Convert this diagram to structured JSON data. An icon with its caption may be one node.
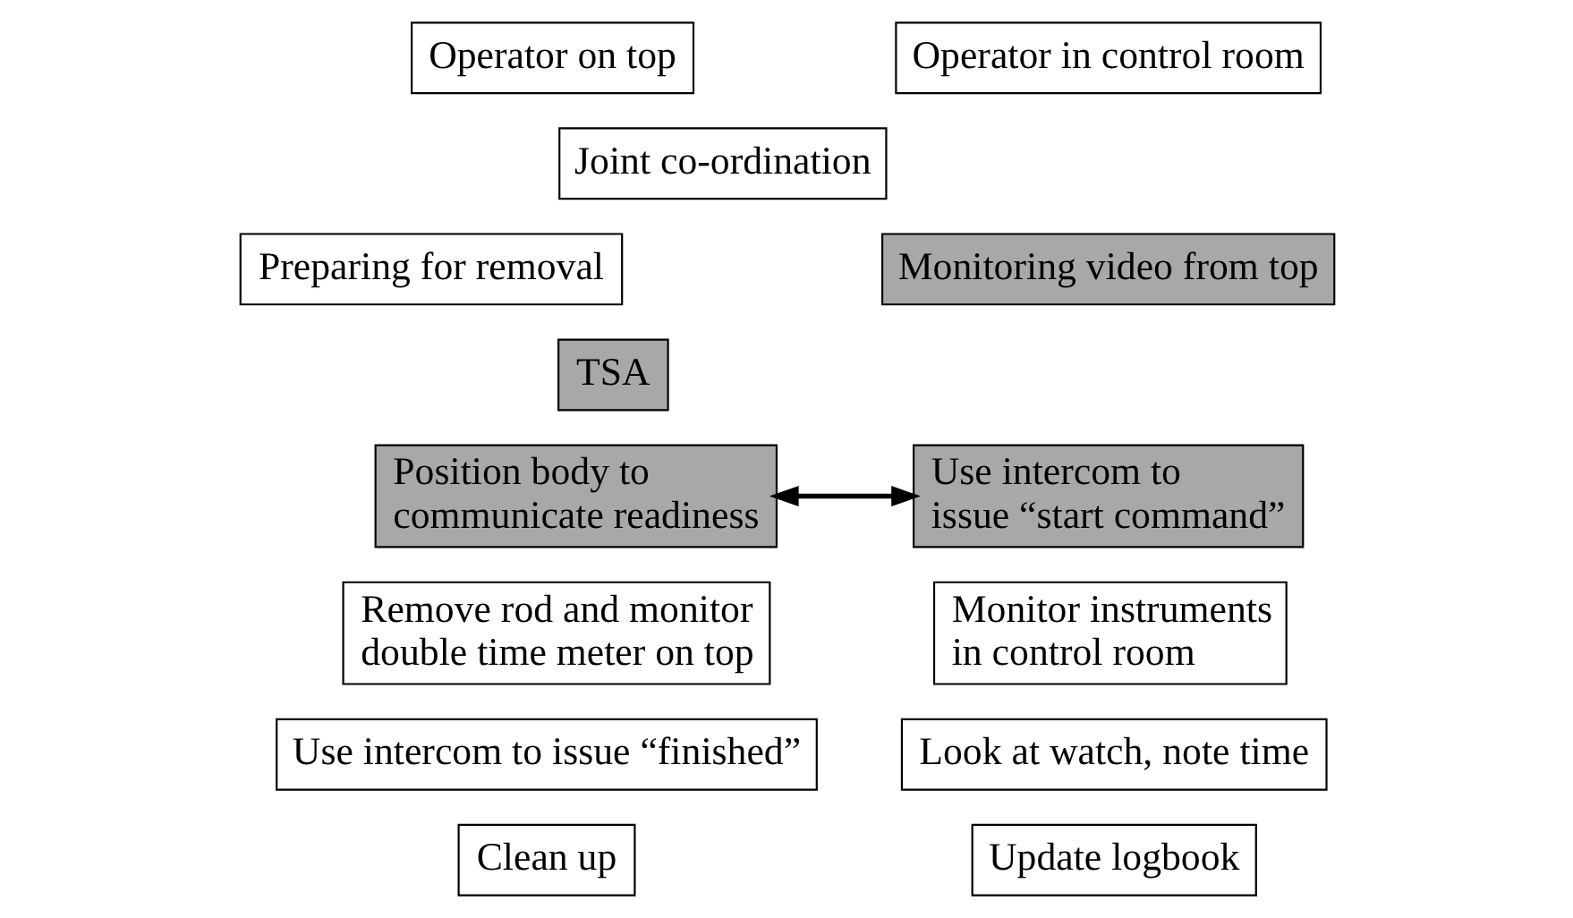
{
  "diagram": {
    "nodes": [
      {
        "text": [
          "Operator on top"
        ]
      },
      {
        "text": [
          "Operator in control room"
        ]
      },
      {
        "text": [
          "Joint co-ordination"
        ]
      },
      {
        "text": [
          "Preparing for removal"
        ]
      },
      {
        "text": [
          "TSA"
        ]
      },
      {
        "text": [
          "Monitoring video from top"
        ]
      },
      {
        "text": [
          "Position body to communicate readiness"
        ]
      },
      {
        "text": [
          "Use intercom to issue “start command”"
        ]
      },
      {
        "text": [
          "Remove rod and monitor double time meter on top"
        ]
      },
      {
        "text": [
          "Monitor instruments in control room"
        ]
      },
      {
        "text": [
          "Use intercom to issue “finished”"
        ]
      },
      {
        "text": [
          "Look at watch, note time"
        ]
      },
      {
        "text": [
          "Clean up"
        ]
      },
      {
        "text": [
          "Update logbook"
        ]
      }
    ],
    "edges": [
      {
        "from": 6,
        "to": 7,
        "arrow": "both"
      }
    ]
  }
}
